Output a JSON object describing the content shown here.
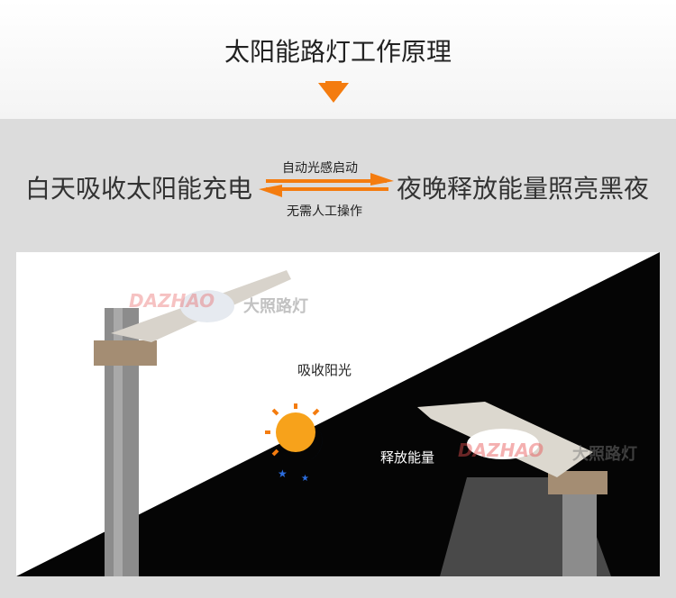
{
  "title": "太阳能路灯工作原理",
  "process": {
    "left": "白天吸收太阳能充电",
    "right": "夜晚释放能量照亮黑夜",
    "forward": "自动光感启动",
    "backward": "无需人工操作"
  },
  "scene": {
    "day_label": "吸收阳光",
    "night_label": "释放能量",
    "watermark_latin": "DAZHAO",
    "watermark_cn": "大照路灯"
  },
  "colors": {
    "accent": "#f47c0f"
  }
}
